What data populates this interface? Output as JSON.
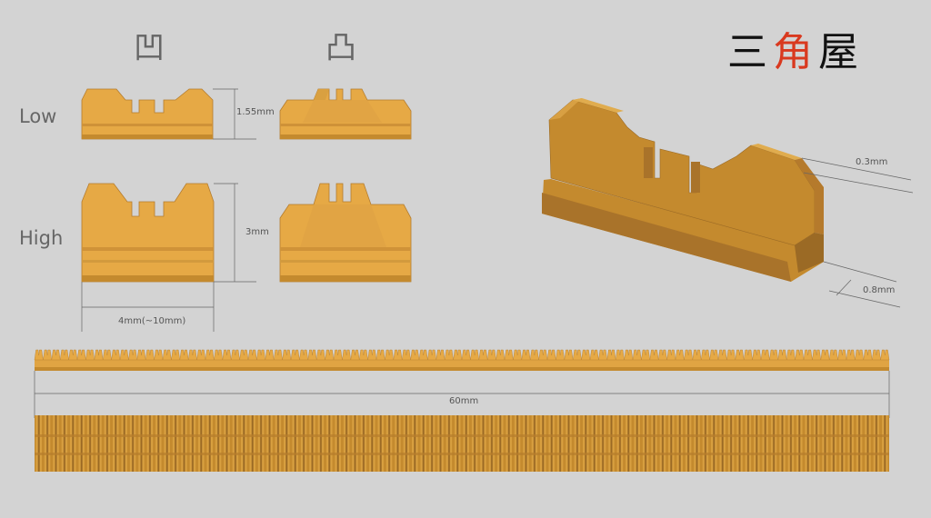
{
  "headers": {
    "concave": "凹",
    "convex": "凸"
  },
  "rows": {
    "low": "Low",
    "high": "High"
  },
  "dimensions": {
    "low_height": "1.55mm",
    "high_height": "3mm",
    "width": "4mm(~10mm)",
    "top_width": "0.3mm",
    "base_width": "0.8mm",
    "length": "60mm"
  },
  "logo": {
    "char1": "三",
    "char2": "角",
    "char3": "屋"
  },
  "colors": {
    "part": "#e6a945",
    "part_dark": "#c48a2e",
    "part_shadow": "#a9732a",
    "background": "#d3d3d3",
    "logo_accent": "#d9391f"
  }
}
